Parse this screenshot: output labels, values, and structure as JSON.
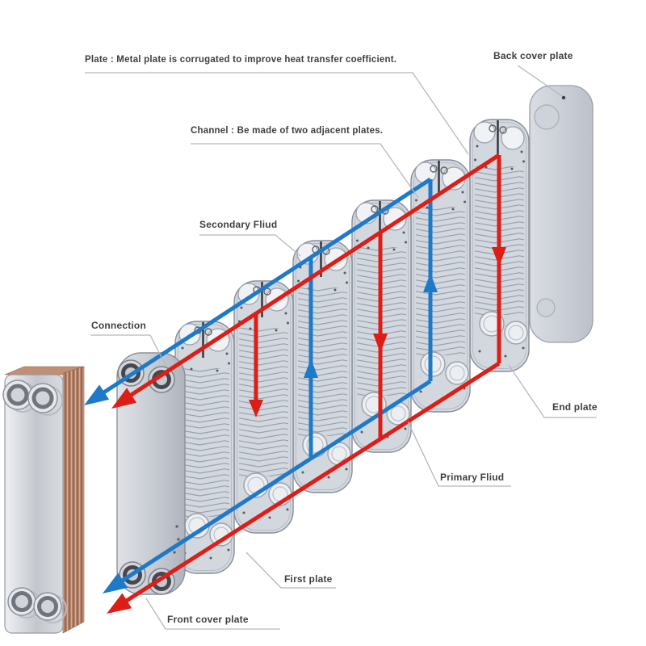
{
  "annotations": {
    "plate_note": "Plate : Metal plate is corrugated to improve heat transfer coefficient.",
    "channel_note": "Channel : Be made of two adjacent plates.",
    "back_cover_plate": "Back cover plate",
    "secondary_fluid": "Secondary Fliud",
    "connection": "Connection",
    "end_plate": "End plate",
    "primary_fluid": "Primary Fliud",
    "first_plate": "First plate",
    "front_cover_plate": "Front cover plate"
  },
  "colors": {
    "primary_flow": "#dd1d16",
    "secondary_flow": "#1e7ac9",
    "plate_fill": "#d3d8df",
    "plate_edge": "#878e9a",
    "copper": "#b5836a",
    "leader_line": "#b4b8bd",
    "label_text": "#3f3f3f",
    "background": "#ffffff"
  }
}
